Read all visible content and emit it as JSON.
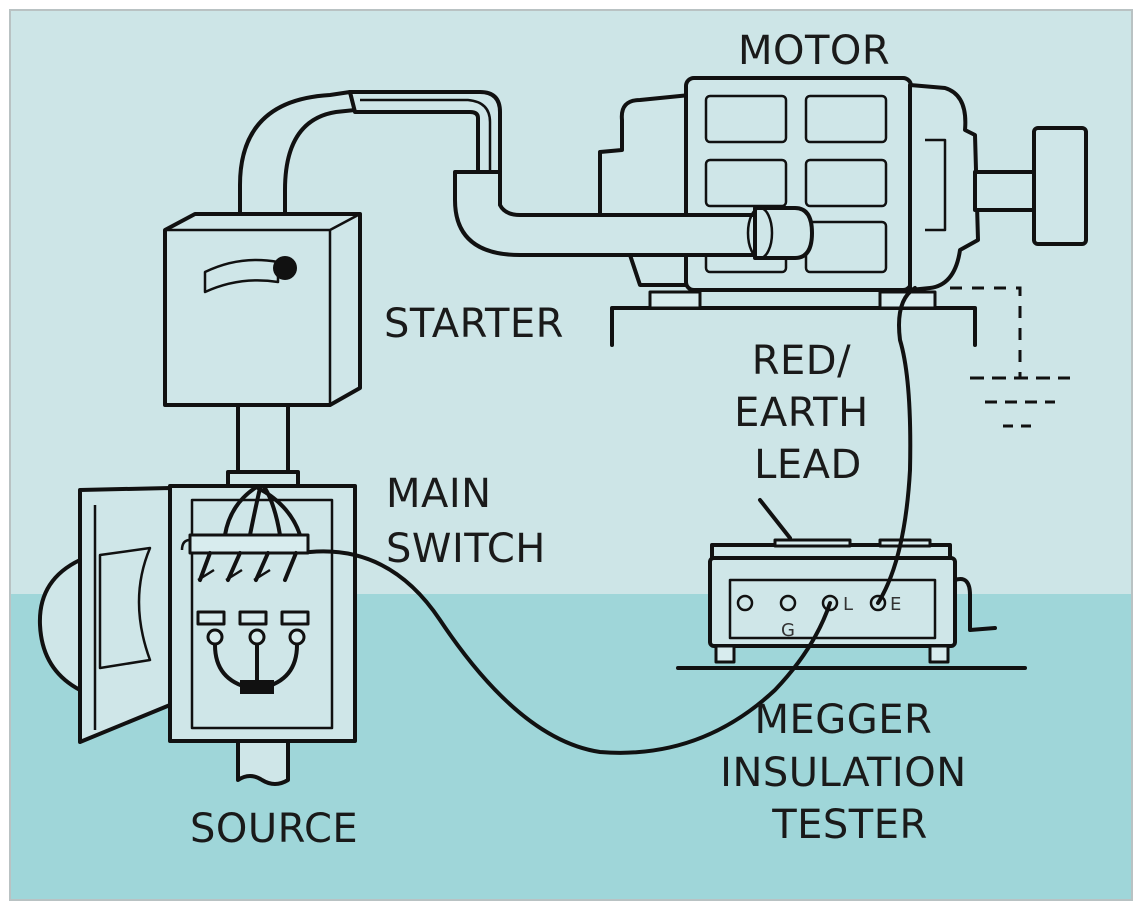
{
  "labels": {
    "motor": "MOTOR",
    "starter": "STARTER",
    "red_earth_lead": [
      "RED/",
      "EARTH",
      "LEAD"
    ],
    "main_switch": [
      "MAIN",
      "SWITCH"
    ],
    "megger": [
      "MEGGER",
      "INSULATION",
      "TESTER"
    ],
    "source": "SOURCE"
  },
  "terminals": {
    "g": "G",
    "l": "L",
    "e": "E"
  },
  "colors": {
    "background_upper": "#cde5e7",
    "background_lower": "#9fd6d9",
    "frame": "#b9c2c3",
    "line": "#111111"
  }
}
